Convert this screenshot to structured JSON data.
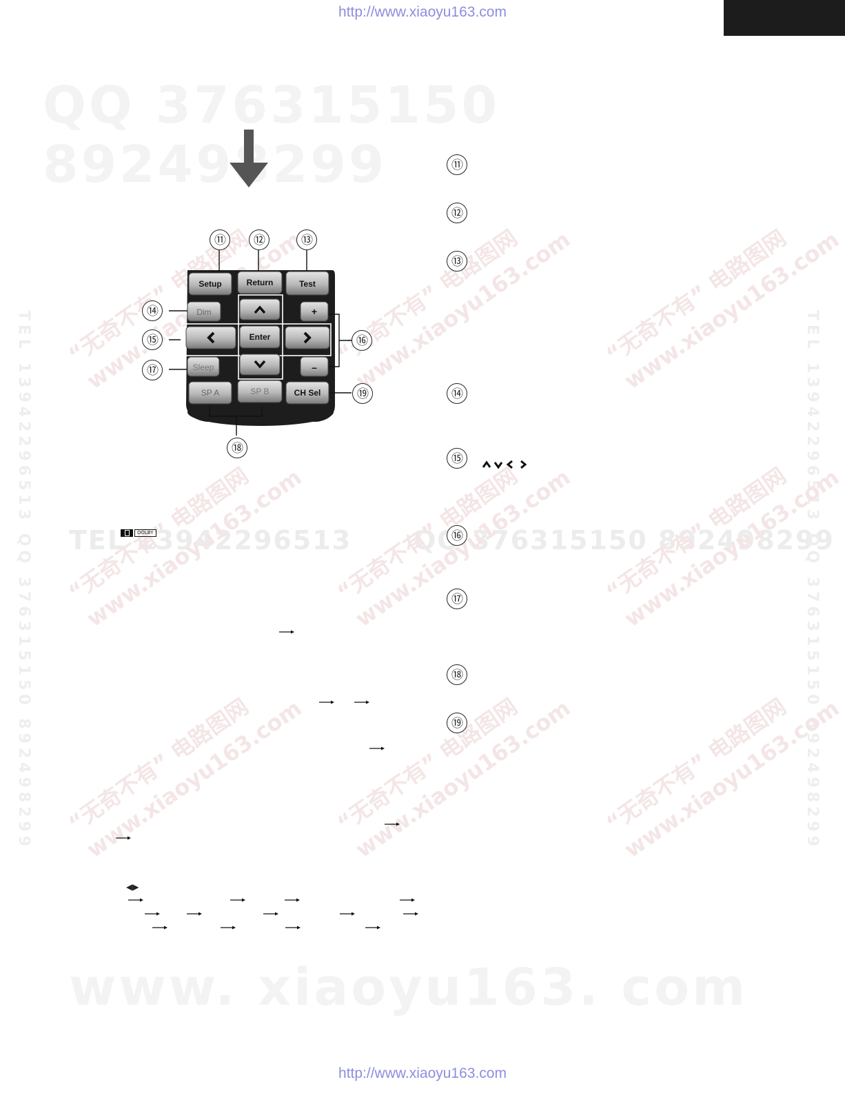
{
  "header": {
    "url_top": "http://www.xiaoyu163.com"
  },
  "footer": {
    "url_bottom": "http://www.xiaoyu163.com"
  },
  "watermarks": {
    "qq_line": "QQ 376315150     892498299",
    "tel_line": "TEL 13942296513",
    "qq_line2": "QQ 376315150  892498299",
    "site_bottom": "www. xiaoyu163. com",
    "diag_cn": "“无奇不有” 电路图网",
    "diag_url": "www.xiaoyu163.com",
    "vert_left": "TEL 13942296513  QQ 376315150  892498299",
    "vert_right": "TEL 13942296513  QQ 376315150  892498299"
  },
  "remote": {
    "buttons": {
      "setup": "Setup",
      "return": "Return",
      "test": "Test",
      "dim": "Dim",
      "up": "^",
      "plus": "+",
      "left": "<",
      "enter": "Enter",
      "right": ">",
      "sleep": "Sleep",
      "down": "v",
      "minus": "–",
      "spa": "SP A",
      "spb": "SP B",
      "chsel": "CH Sel"
    },
    "callouts": {
      "n11": "⑪",
      "n12": "⑫",
      "n13": "⑬",
      "n14": "⑭",
      "n15": "⑮",
      "n16": "⑯",
      "n17": "⑰",
      "n18": "⑱",
      "n19": "⑲"
    }
  },
  "right_list": {
    "n11": "⑪",
    "n12": "⑫",
    "n13": "⑬",
    "n14": "⑭",
    "n15": "⑮",
    "n16": "⑯",
    "n17": "⑰",
    "n18": "⑱",
    "n19": "⑲",
    "cursor_glyphs": "⌃⌄‹›"
  },
  "dolby_logo": {
    "text": "DOLBY"
  },
  "small_glyphs": {
    "left_right_tri": "◀▶"
  }
}
